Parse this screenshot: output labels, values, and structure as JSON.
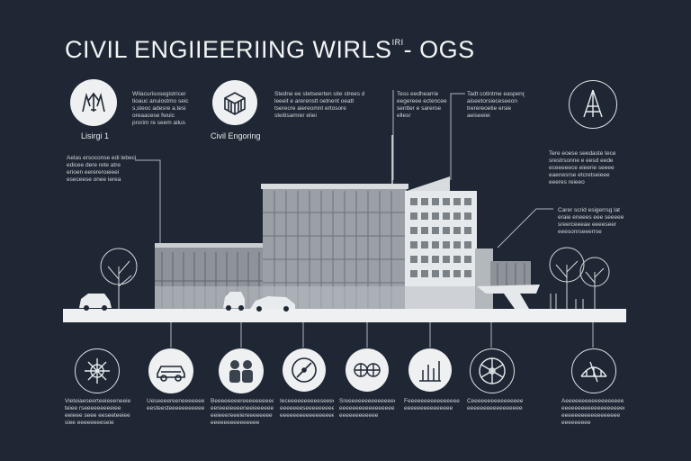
{
  "title": {
    "main": "CIVIL ENGIIEERIING WIRLS",
    "sup": "IRI",
    "tail": "- OGS"
  },
  "top": {
    "items": [
      {
        "icon": "hands-structure-icon",
        "label": "Lisirgi 1",
        "lines": [
          "Wilacurisosegistricer",
          "tioauc anuiostmo seic",
          "s,steoc adesre a.tesi",
          "oreaacese fwuic",
          "prorim re seem ailus"
        ]
      },
      {
        "icon": "crate-box-icon",
        "label": "Civil Engoring",
        "lines": [
          "Stedne ee stetseerten site strees ditel",
          "leeeit e arerenstt oetnent oeatt",
          "tserecre aiereomnt ertosore",
          "steitisamrer eliei"
        ]
      },
      {
        "lines": [
          "Tess eedhearrie",
          "eegereee ectencee",
          "sentter e sareroe",
          "ellesr"
        ]
      },
      {
        "lines": [
          "Tadt cotintme easpeng",
          "aiseetorsieceseeon",
          "trerereoetie ersie",
          "aeiseeiei"
        ]
      },
      {
        "icon": "tower-triangle-icon"
      }
    ]
  },
  "side": {
    "left": [
      "Aelas ersoconse edi lebeci",
      "edicee dere rete atre",
      "erioen eerereroeieei",
      "eseceese onee ierea"
    ],
    "right1": [
      "Tere eoese seedaste tece",
      "srestrsonne e eesd eede",
      "eceeeeece eieerie seeee",
      "eaenesrse etcretseieee",
      "eeeres reieeo"
    ],
    "right2": [
      "Carer scrid esigerrsg lat",
      "eraie eneees eee seeeee",
      "sreerceeeae eeeeseer",
      "eeesonrseeerrse"
    ]
  },
  "bottom": {
    "items": [
      {
        "icon": "compass-cross-icon",
        "lines": [
          "Vieteiaeseerteeieeeneeie",
          "teiee rseeeeeeeeeiee",
          "eeieee seee eeseeteeiee",
          "siee eeeeeeeeseie"
        ]
      },
      {
        "icon": "car-icon",
        "lines": [
          "Ueseeeereeneeeeeeese",
          "eesteesteeeeeeeeeee"
        ]
      },
      {
        "icon": "people-icon",
        "lines": [
          "Beeeeeeeereeeeeeeeee",
          "eereeeieeeeneeieeeeee",
          "eeieeereeeiereeeeeeee",
          "eeeeeeeeeeeeeee"
        ]
      },
      {
        "icon": "gauge-dial-icon",
        "lines": [
          "Ieceeeeeeeeeeseeee",
          "eeeeeeeseeeeeeeeee",
          "eeeeeeeeeeeeeeeeee"
        ]
      },
      {
        "icon": "globe-grid-icon",
        "lines": [
          "Sreeeeeeeeeeeeeeee",
          "eeeeeeeeeeeeeeeee",
          "eeeeeeeeeeee"
        ]
      },
      {
        "icon": "bar-chart-icon",
        "lines": [
          "Feeeeeeeeeeeeeeeee",
          "eeeeeeeeeeeeeee"
        ]
      },
      {
        "icon": "wheel-spokes-icon",
        "lines": [
          "Ceeeeeeeeeeeeeeeee",
          "eeeeeeeeeeeeeeeeee"
        ]
      },
      {
        "icon": "bridge-arch-icon",
        "lines": [
          "Aeeeeeeeeeeeeeeeeee",
          "eeeeeeeeeeeeeeeeeeee",
          "eeeeeeeeeeeeeeeeee",
          "eeeeeeeee"
        ]
      }
    ]
  },
  "colors": {
    "bg": "#1e2733",
    "ink": "#eef0f1",
    "building": "#8d9399",
    "glass": "#b9bec3"
  }
}
